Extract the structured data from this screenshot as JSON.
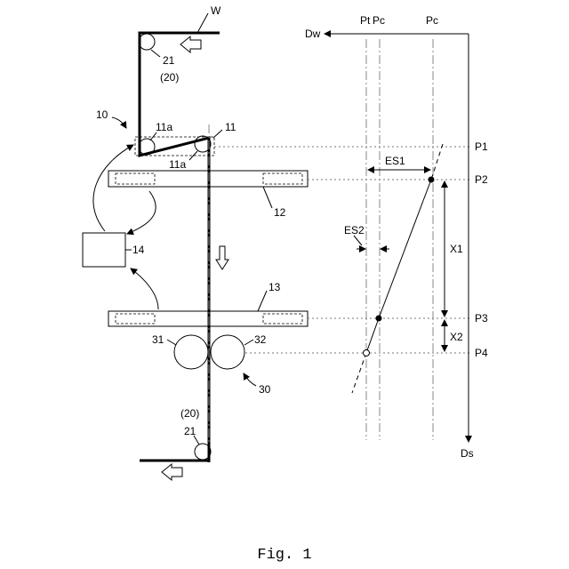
{
  "labels": {
    "web": "W",
    "roller_top": "21",
    "conveyor_top": "(20)",
    "device": "10",
    "roller_11a_top": "11a",
    "roller_11a_bottom": "11a",
    "guide_11": "11",
    "sensor_12": "12",
    "controller": "14",
    "sensor_13": "13",
    "roll_31": "31",
    "roll_32": "32",
    "roll_unit": "30",
    "conveyor_bottom": "(20)",
    "roller_bottom": "21",
    "axis_dw": "Dw",
    "axis_ds": "Ds",
    "pt": "Pt",
    "pc_left": "Pc",
    "pc_right": "Pc",
    "p1": "P1",
    "p2": "P2",
    "p3": "P3",
    "p4": "P4",
    "es1": "ES1",
    "es2": "ES2",
    "x1": "X1",
    "x2": "X2"
  },
  "caption": "Fig. 1"
}
